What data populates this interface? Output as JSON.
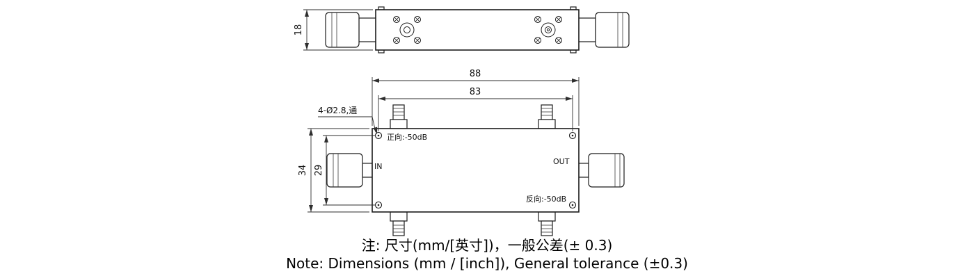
{
  "top_view": {
    "depth_dim": "18"
  },
  "front_view": {
    "width_dim": "88",
    "hole_pitch_x_dim": "83",
    "height_dim": "34",
    "hole_pitch_y_dim": "29",
    "hole_callout": "4-Ø2.8,通",
    "forward_label": "正向:-50dB",
    "reverse_label": "反向:-50dB",
    "port_in_label": "IN",
    "port_out_label": "OUT"
  },
  "notes": {
    "line1": "注: 尺寸(mm/[英寸])，一般公差(± 0.3)",
    "line2": "Note: Dimensions (mm / [inch]), General tolerance (±0.3)"
  }
}
